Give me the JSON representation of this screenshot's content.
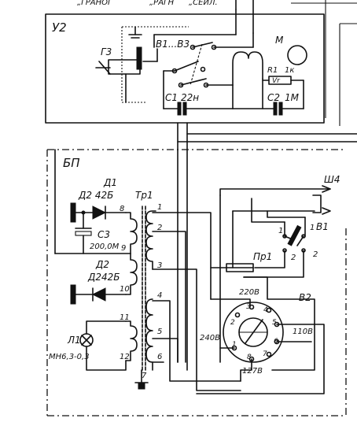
{
  "header": {
    "items": [
      "„ГРАНОГ",
      "„РАГН",
      "„СЕИЛ."
    ]
  },
  "blocks": {
    "u2": {
      "title": "У2"
    },
    "bp": {
      "title": "БП"
    }
  },
  "components": {
    "g3": "Г3",
    "b1_b3": "В1...В3",
    "motor": "М",
    "r1": "R1",
    "r1_val": "1к",
    "vr": "Vr",
    "c1": "С1",
    "c1_val": "22н",
    "c2": "С2",
    "c2_val": "1М",
    "d1": "Д1",
    "d1_type": "Д2 42Б",
    "d2": "Д2",
    "d2_type": "Д242Б",
    "c3": "С3",
    "c3_val": "200,0М",
    "l1": "Л1",
    "l1_type": "МН6,3-0,3",
    "tr1": "Тр1",
    "pr1": "Пр1",
    "b1": "В1",
    "b2": "В2",
    "sh4": "Ш4"
  },
  "transformer_taps": {
    "left": [
      "8",
      "9",
      "10",
      "11",
      "12"
    ],
    "right": [
      "1",
      "2",
      "3",
      "4",
      "5",
      "6",
      "7"
    ]
  },
  "switch_b1_pins": [
    "1",
    "2",
    "1",
    "2"
  ],
  "voltage_selector": {
    "contacts": [
      "1",
      "2",
      "3",
      "4",
      "5",
      "6",
      "7",
      "8"
    ],
    "labels": {
      "v220": "220В",
      "v240": "240В",
      "v110": "110В",
      "v127": "127В"
    }
  }
}
